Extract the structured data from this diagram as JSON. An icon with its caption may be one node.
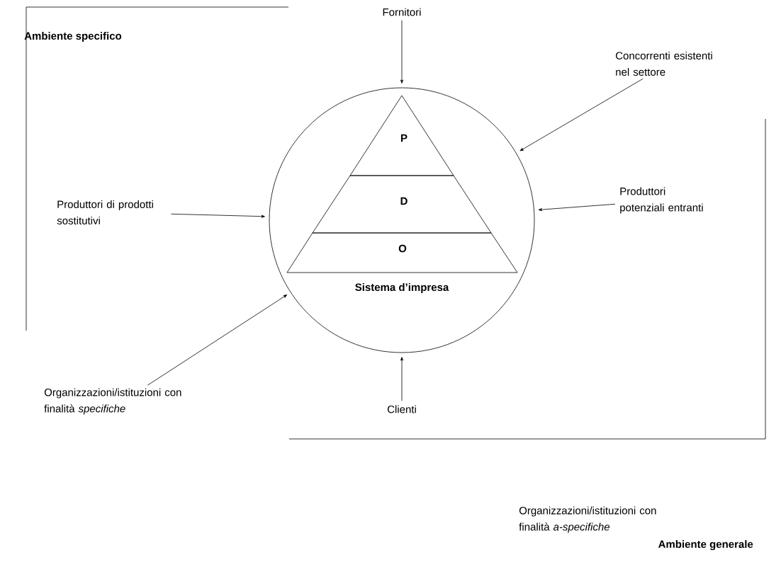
{
  "diagram": {
    "nodes": [
      {
        "text": [],
        "shape": "circle"
      },
      {
        "text": [
          "P"
        ],
        "in": 0
      },
      {
        "text": [
          "D"
        ],
        "in": 0
      },
      {
        "text": [
          "O"
        ],
        "in": 0
      },
      {
        "text": [
          "Fornitori"
        ]
      },
      {
        "text": [
          "Concorrenti esistenti nel settore"
        ]
      },
      {
        "text": [
          "Produttori di prodotti sostitutivi"
        ]
      },
      {
        "text": [
          "Produttori potenziali entranti"
        ]
      },
      {
        "text": [
          "Organizzazioni/istituzioni con finalità *specifiche*"
        ]
      },
      {
        "text": [
          "Clienti"
        ]
      }
    ],
    "edges": [
      {
        "from": 4,
        "to": 0,
        "arrow": "to"
      },
      {
        "from": 5,
        "to": 0,
        "arrow": "to"
      },
      {
        "from": 6,
        "to": 0,
        "arrow": "to"
      },
      {
        "from": 7,
        "to": 0,
        "arrow": "to"
      },
      {
        "from": 8,
        "to": 0,
        "arrow": "to"
      },
      {
        "from": 9,
        "to": 0,
        "arrow": "to"
      }
    ],
    "labels": [
      "Ambiente specifico",
      "Sistema d’impresa",
      "Organizzazioni/istituzioni con finalità *a-specifiche*",
      "Ambiente generale"
    ]
  }
}
